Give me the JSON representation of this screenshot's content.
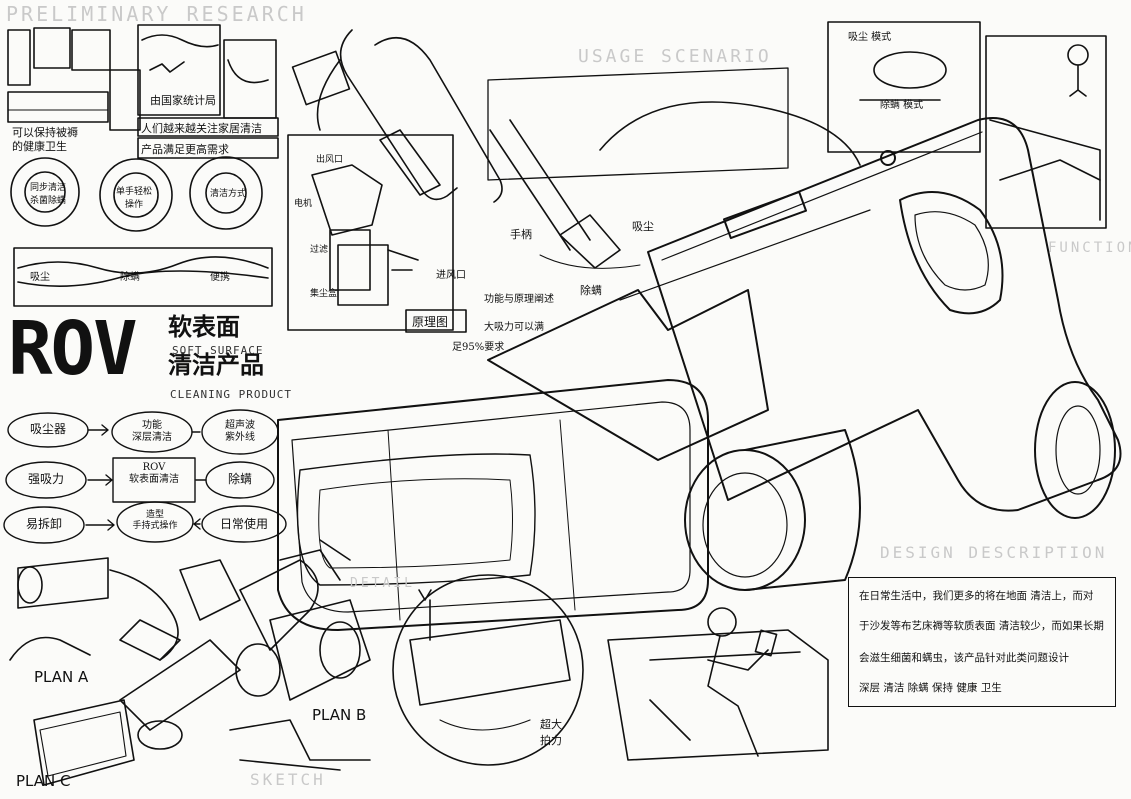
{
  "section_headings": {
    "preliminary_research": "PRELIMINARY RESEARCH",
    "usage_scenario": "USAGE SCENARIO",
    "function": "FUNCTION",
    "design_description": "DESIGN DESCRIPTION",
    "sketch": "SKETCH",
    "detail": "DETAIL"
  },
  "title": {
    "logo": "ROV",
    "cn_line1": "软表面",
    "cn_line2": "清洁产品",
    "en_line1": "SOFT SURFACE",
    "en_line2": "CLEANING PRODUCT"
  },
  "research_notes": {
    "note1": "由国家统计局",
    "note2": "人们越来越关注家居清洁",
    "note3": "产品满足更高需求",
    "note4": "可以保持被褥",
    "note5": "的健康卫生",
    "ring1": "同步清洁\n杀菌除螨",
    "ring2": "单手轻松\n操作",
    "ring3": "清洁方式",
    "label_a": "吸尘",
    "label_b": "除螨",
    "label_c": "便携"
  },
  "principle": {
    "caption": "原理图",
    "label_air_in": "进风口",
    "label_air_out": "出风口",
    "label_motor": "电机",
    "label_filter": "过滤",
    "label_dust": "集尘盒",
    "note1": "功能与原理阐述",
    "note2": "大吸力可以满",
    "note3": "足95%要求"
  },
  "product_callouts": {
    "suction": "吸尘",
    "handle": "手柄",
    "anti_mite": "除螨"
  },
  "flow": {
    "n1": "吸尘器",
    "n2": "功能\n深层清洁",
    "n3": "超声波\n紫外线",
    "n4": "强吸力",
    "n5": "ROV\n软表面清洁",
    "n6": "除螨",
    "n7": "易拆卸",
    "n8": "造型\n手持式操作",
    "n9": "日常使用"
  },
  "plans": {
    "a": "PLAN A",
    "b": "PLAN B",
    "c": "PLAN C"
  },
  "detail_notes": {
    "note1": "超大",
    "note2": "拍力"
  },
  "description": {
    "line1": "在日常生活中，我们更多的将在地面 清洁上，而对",
    "line2": "于沙发等布艺床褥等软质表面 清洁较少，而如果长期",
    "line3": "会滋生细菌和螨虫，该产品针对此类问题设计",
    "line4": "深层 清洁 除螨 保持 健康 卫生"
  },
  "scenario_labels": {
    "tag1": "吸尘 模式",
    "tag2": "除螨 模式"
  }
}
